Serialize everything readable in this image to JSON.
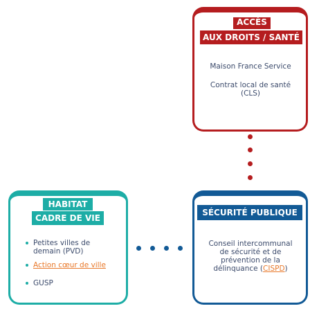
{
  "colors": {
    "red": "#b51d1f",
    "teal": "#1dada6",
    "blue": "#125a96",
    "link": "#e8782a",
    "text": "#3b4a6b"
  },
  "acces": {
    "title_line1": "ACCÈS",
    "title_line2": "AUX DROITS / SANTÉ",
    "item1": "Maison France Service",
    "item2_line1": "Contrat local de santé",
    "item2_line2": "(CLS)"
  },
  "habitat": {
    "title_line1": "HABITAT",
    "title_line2": "CADRE DE VIE",
    "items": [
      {
        "line1": "Petites villes de",
        "line2": "demain (PVD)"
      },
      {
        "label": "Action cœur de ville"
      },
      {
        "label": "GUSP"
      }
    ]
  },
  "securite": {
    "title": "SÉCURITÉ PUBLIQUE",
    "body_lines": [
      "Conseil intercommunal",
      "de sécurité et de",
      "prévention de la"
    ],
    "last_prefix": "délinquance (",
    "link": "CISPD",
    "last_suffix": ")"
  }
}
